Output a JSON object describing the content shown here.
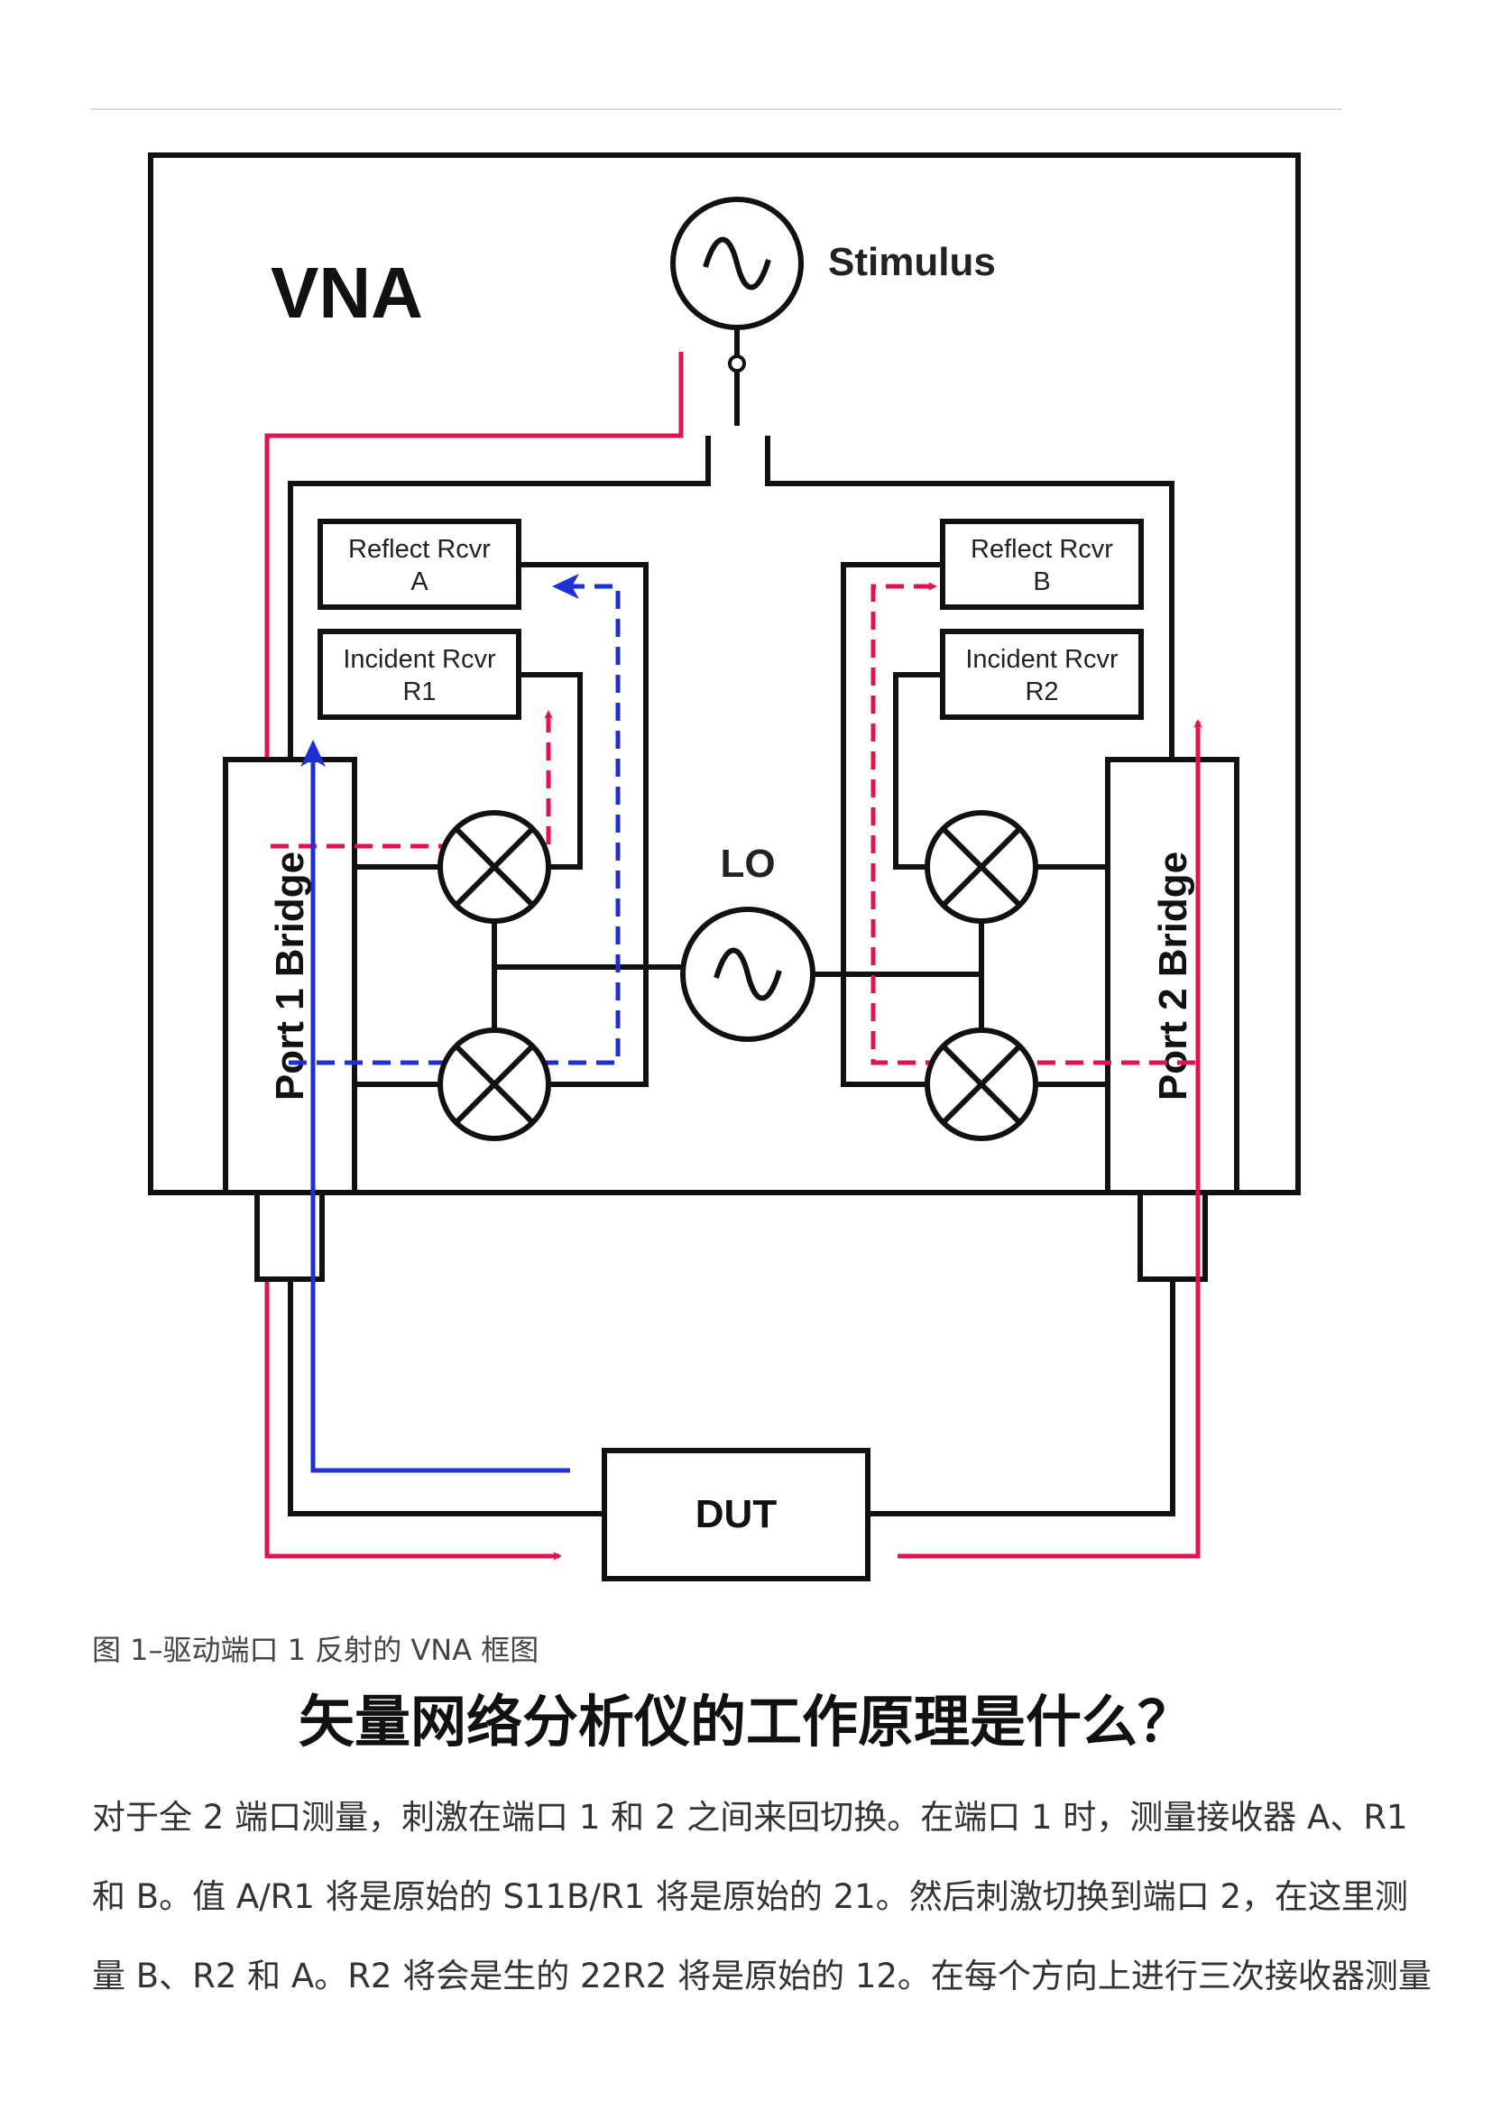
{
  "diagram": {
    "vna_label": "VNA",
    "stimulus_label": "Stimulus",
    "lo_label": "LO",
    "reflect_a": {
      "line1": "Reflect Rcvr",
      "line2": "A"
    },
    "incident_r1": {
      "line1": "Incident Rcvr",
      "line2": "R1"
    },
    "reflect_b": {
      "line1": "Reflect Rcvr",
      "line2": "B"
    },
    "incident_r2": {
      "line1": "Incident Rcvr",
      "line2": "R2"
    },
    "port1_bridge": "Port 1 Bridge",
    "port2_bridge": "Port 2 Bridge",
    "dut_label": "DUT",
    "colors": {
      "red": "#e0134a",
      "blue": "#1f2fd6",
      "black": "#111111"
    }
  },
  "caption": "图 1–驱动端口 1 反射的 VNA 框图",
  "title": "矢量网络分析仪的工作原理是什么？",
  "body_lines": [
    "对于全 2 端口测量，刺激在端口 1 和 2 之间来回切换。在端口 1 时，测量接收器 A、R1",
    "和 B。值 A/R1 将是原始的 S11B/R1 将是原始的 21。然后刺激切换到端口 2，在这里测",
    "量 B、R2 和 A。R2 将会是生的 22R2 将是原始的 12。在每个方向上进行三次接收器测量"
  ]
}
